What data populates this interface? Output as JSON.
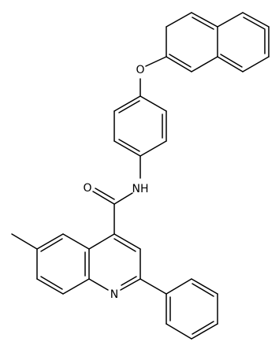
{
  "labels": {
    "ether_oxygen": "O",
    "amide_oxygen": "O",
    "amide_nh": "NH",
    "quinoline_n": "N"
  }
}
